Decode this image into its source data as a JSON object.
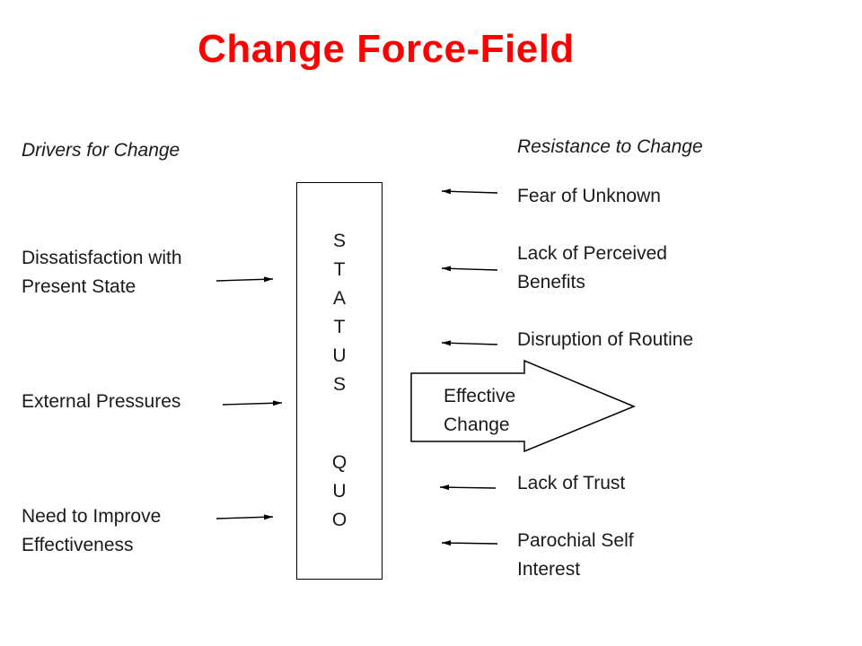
{
  "title": "Change Force-Field",
  "drivers": {
    "heading": "Drivers for Change",
    "items": [
      {
        "line1": "Dissatisfaction with",
        "line2": "Present State"
      },
      {
        "line1": "External Pressures",
        "line2": ""
      },
      {
        "line1": "Need to Improve",
        "line2": "Effectiveness"
      }
    ]
  },
  "resistance": {
    "heading": "Resistance to Change",
    "items": [
      {
        "line1": "Fear of Unknown",
        "line2": ""
      },
      {
        "line1": "Lack of Perceived",
        "line2": "Benefits"
      },
      {
        "line1": "Disruption of Routine",
        "line2": ""
      },
      {
        "line1": "Lack of Trust",
        "line2": ""
      },
      {
        "line1": "Parochial Self",
        "line2": "Interest"
      }
    ]
  },
  "status_quo": {
    "letters": [
      "S",
      "T",
      "A",
      "T",
      "U",
      "S",
      "Q",
      "U",
      "O"
    ]
  },
  "effective_change": {
    "line1": "Effective",
    "line2": "Change"
  },
  "colors": {
    "title": "#ff0000",
    "text": "#1a1a1a",
    "lines": "#000000"
  }
}
